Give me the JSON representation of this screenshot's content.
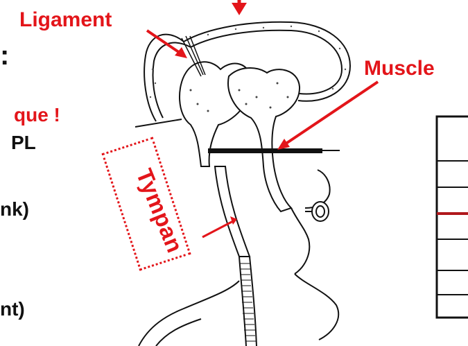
{
  "labels": {
    "ligament": "Ligament",
    "muscle": "Muscle",
    "tympan": "Tympan"
  },
  "left_text": {
    "colon": ":",
    "red_fragment": "que !",
    "line_pl": "PL",
    "line_nk": "nk)",
    "line_nt": "nt)"
  },
  "colors": {
    "annotation": "#e3151a",
    "ink": "#111111",
    "background": "#ffffff"
  }
}
